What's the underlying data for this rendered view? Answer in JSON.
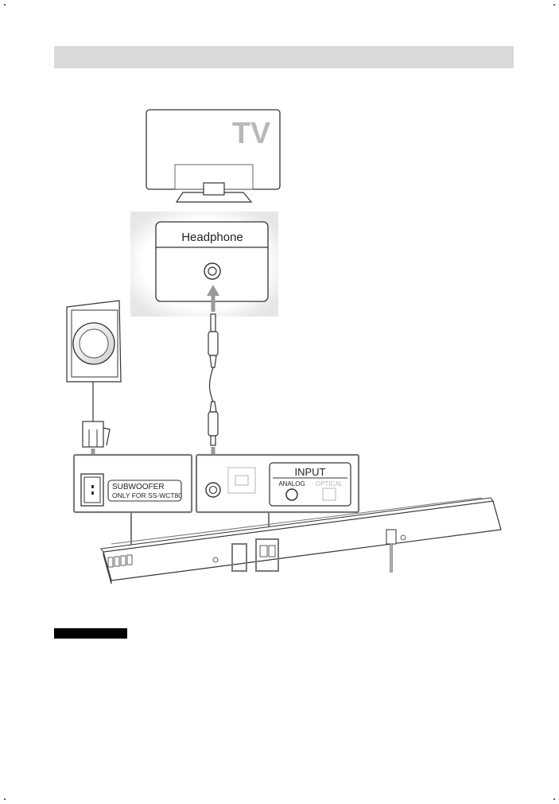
{
  "tv": {
    "label": "TV"
  },
  "headphone": {
    "label": "Headphone"
  },
  "subwoofer_panel": {
    "line1": "SUBWOOFER",
    "line2": "ONLY FOR  SS-WCT80"
  },
  "input_panel": {
    "title": "INPUT",
    "analog": "ANALOG",
    "optical": "OPTICAL"
  },
  "colors": {
    "arrow": "#9a9a9a",
    "frame": "#7a7a7a",
    "header_bar": "#d9d9d9",
    "note_bar": "#000000"
  }
}
